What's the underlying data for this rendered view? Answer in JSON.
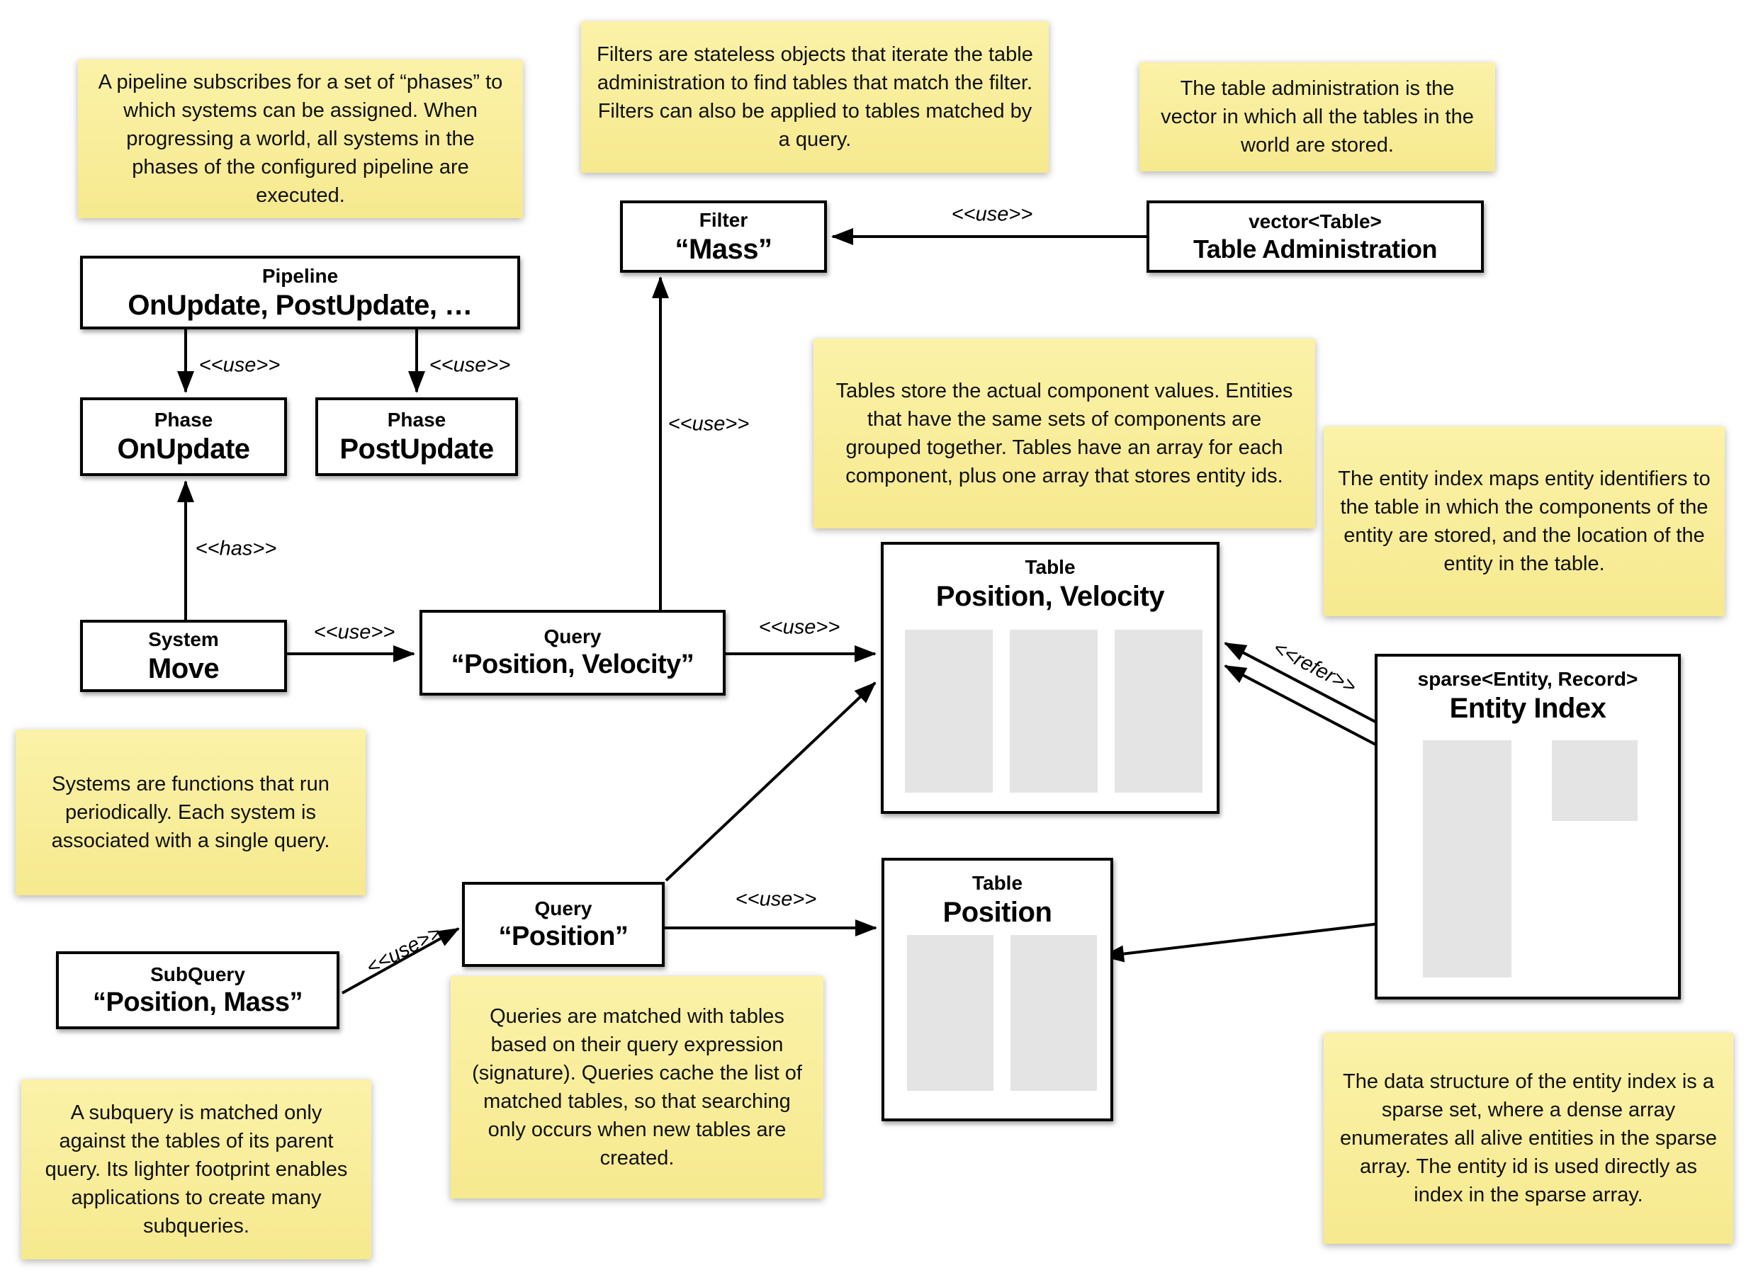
{
  "notes": {
    "pipeline": "A pipeline subscribes for a set of “phases” to which systems can be assigned. When progressing a world, all systems in the phases of the configured pipeline are executed.",
    "filters": "Filters are stateless objects that iterate the table administration to find tables that match the filter. Filters can also be applied to tables matched by a query.",
    "table_admin": "The table administration is the vector in which all the tables in the world are stored.",
    "tables": "Tables store the actual component values. Entities that have the same sets of components are grouped together. Tables have an array for each component, plus one array that stores entity ids.",
    "entity_index": "The entity index maps entity identifiers to the table in which the components of the entity are stored, and the location of the entity in the table.",
    "systems": "Systems are functions that run periodically. Each system is associated with a single query.",
    "queries": "Queries are matched with tables based on their query expression (signature). Queries cache the list of matched tables, so that searching only occurs when new tables are created.",
    "subquery": "A subquery is matched only against the tables of its parent query. Its lighter footprint enables applications to create many subqueries.",
    "sparse": "The data structure of the entity index is a sparse set, where a dense array enumerates all alive entities in the sparse array. The entity id is used directly as index in the sparse array."
  },
  "boxes": {
    "pipeline": {
      "type": "Pipeline",
      "name": "OnUpdate, PostUpdate, …"
    },
    "phase_onupdate": {
      "type": "Phase",
      "name": "OnUpdate"
    },
    "phase_postupdate": {
      "type": "Phase",
      "name": "PostUpdate"
    },
    "filter_mass": {
      "type": "Filter",
      "name": "“Mass”"
    },
    "table_admin": {
      "type": "vector<Table>",
      "name": "Table Administration"
    },
    "system_move": {
      "type": "System",
      "name": "Move"
    },
    "query_pv": {
      "type": "Query",
      "name": "“Position, Velocity”"
    },
    "query_p": {
      "type": "Query",
      "name": "“Position”"
    },
    "subquery_pm": {
      "type": "SubQuery",
      "name": "“Position, Mass”"
    },
    "table_pv": {
      "type": "Table",
      "name": "Position, Velocity"
    },
    "table_p": {
      "type": "Table",
      "name": "Position"
    },
    "entity_index": {
      "type": "sparse<Entity, Record>",
      "name": "Entity Index"
    }
  },
  "edge_labels": {
    "use": "<<use>>",
    "has": "<<has>>",
    "refer": "<<refer>>"
  },
  "colors": {
    "note_bg_top": "#fbf2a8",
    "note_bg_bottom": "#f6e98f",
    "box_border": "#000000",
    "slot_grey": "#e4e4e4",
    "background": "#ffffff"
  }
}
